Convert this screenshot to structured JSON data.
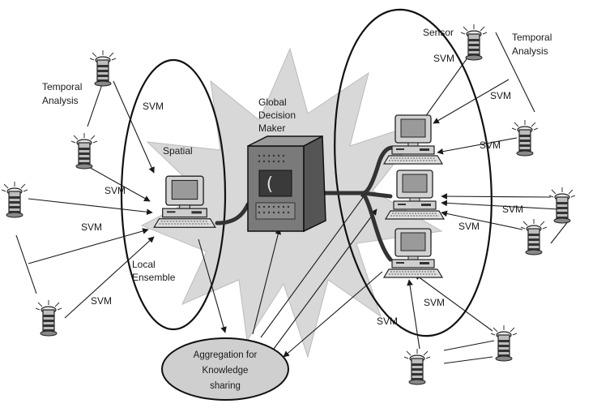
{
  "colors": {
    "background": "#ffffff",
    "line": "#1a1a1a",
    "starburst": "#d8d8d8",
    "computer_body": "#c9c9c9",
    "screen": "#9a9a9a",
    "server": "#6f6f6f",
    "aggregation_fill": "#cfcfcf"
  },
  "labels": {
    "temporal_left": [
      "Temporal",
      "Analysis"
    ],
    "temporal_right": [
      "Temporal",
      "Analysis"
    ],
    "svm": "SVM",
    "spatial": "Spatial",
    "sensor": "Sensor",
    "global_decision_maker": [
      "Global",
      "Decision",
      "Maker"
    ],
    "local_ensemble": [
      "Local",
      "Ensemble"
    ],
    "aggregation": [
      "Aggregation for",
      "Knowledge",
      "sharing"
    ]
  },
  "icons": {
    "sensor": "sensor-icon",
    "computer": "computer-icon",
    "server": "server-icon",
    "starburst": "starburst-background"
  }
}
